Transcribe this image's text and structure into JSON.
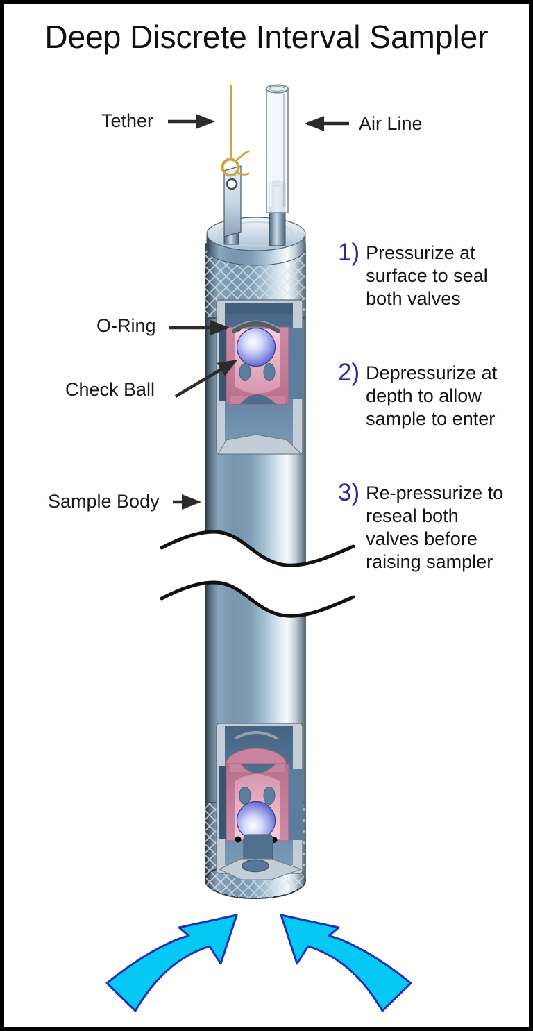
{
  "title": "Deep Discrete Interval Sampler",
  "labels": {
    "tether": "Tether",
    "air_line": "Air Line",
    "o_ring": "O-Ring",
    "check_ball": "Check Ball",
    "sample_body": "Sample Body"
  },
  "steps": [
    {
      "number": "1)",
      "text": "Pressurize at\nsurface to seal\nboth valves"
    },
    {
      "number": "2)",
      "text": "Depressurize at\ndepth to allow\nsample to enter"
    },
    {
      "number": "3)",
      "text": "Re-pressurize to\nreseal both\nvalves before\nraising sampler"
    }
  ],
  "colors": {
    "step_number": "#2d2a9c",
    "intake_arrow_fill": "#06c8f5",
    "intake_arrow_outline": "#2030b8",
    "tether_line": "#c9a646",
    "valve_seat_pink": "#d795ae",
    "check_ball_blue": "#5b60c9",
    "o_ring_black": "#000000",
    "body_steel_light": "#f6fafc",
    "body_steel_dark": "#2e3a46"
  }
}
